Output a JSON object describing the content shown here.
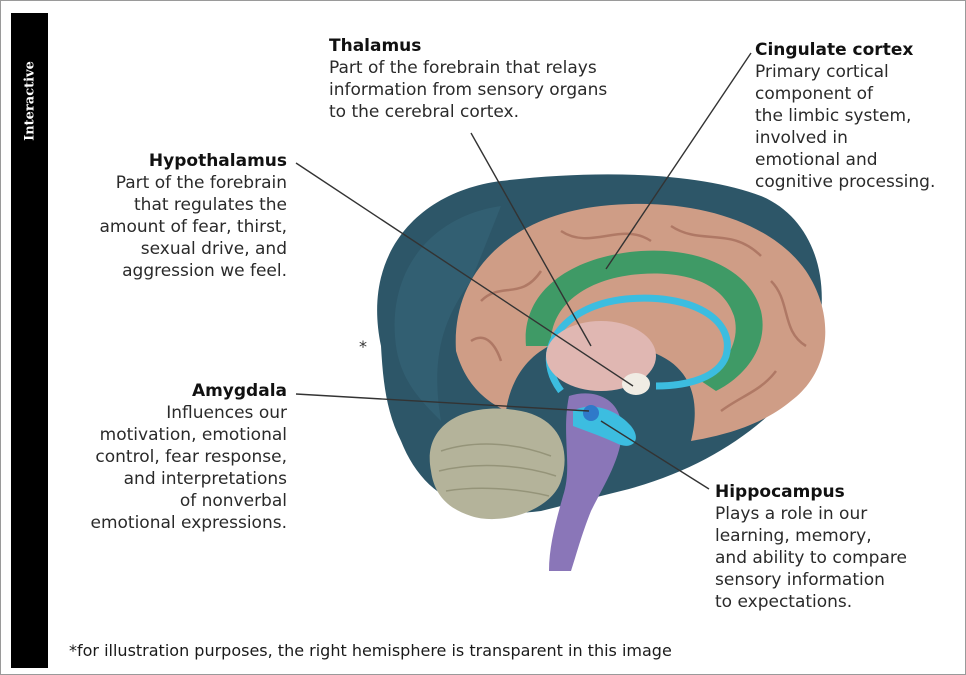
{
  "side_tab": "Interactive",
  "asterisk": "*",
  "labels": {
    "thalamus": {
      "title": "Thalamus",
      "desc": "Part of the forebrain that relays\ninformation from sensory organs\nto the cerebral cortex."
    },
    "cingulate": {
      "title": "Cingulate cortex",
      "desc": "Primary cortical\ncomponent of\nthe limbic system,\ninvolved in\nemotional and\ncognitive processing."
    },
    "hypothalamus": {
      "title": "Hypothalamus",
      "desc": "Part of the forebrain\nthat regulates the\namount of fear, thirst,\nsexual drive, and\naggression we feel."
    },
    "amygdala": {
      "title": "Amygdala",
      "desc": "Influences our\nmotivation, emotional\ncontrol, fear response,\nand interpretations\nof nonverbal\nemotional expressions."
    },
    "hippocampus": {
      "title": "Hippocampus",
      "desc": "Plays a role in our\nlearning, memory,\nand ability to compare\nsensory information\nto expectations."
    }
  },
  "footnote": "*for illustration purposes, the right hemisphere is transparent in this image",
  "colors": {
    "outer_hemisphere": "#2d5668",
    "cortex": "#cf9d86",
    "cingulate": "#3f9a66",
    "hippocampus": "#3cbde0",
    "thalamus": "#e0b7b2",
    "brainstem": "#8a76b8",
    "cerebellum": "#b4b39a",
    "leader_line": "#333333"
  }
}
